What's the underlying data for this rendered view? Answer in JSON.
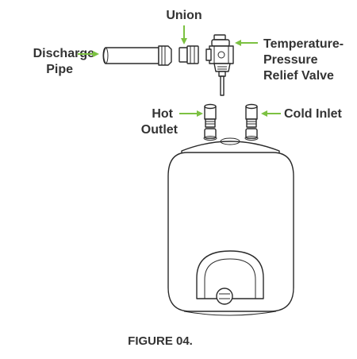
{
  "labels": {
    "union": "Union",
    "discharge_pipe_line1": "Discharge",
    "discharge_pipe_line2": "Pipe",
    "tpr_line1": "Temperature-",
    "tpr_line2": "Pressure",
    "tpr_line3": "Relief Valve",
    "hot_outlet_line1": "Hot",
    "hot_outlet_line2": "Outlet",
    "cold_inlet": "Cold Inlet"
  },
  "caption": "FIGURE 04.",
  "colors": {
    "arrow": "#7cc142",
    "text": "#333333",
    "outline": "#2a2a2a"
  }
}
